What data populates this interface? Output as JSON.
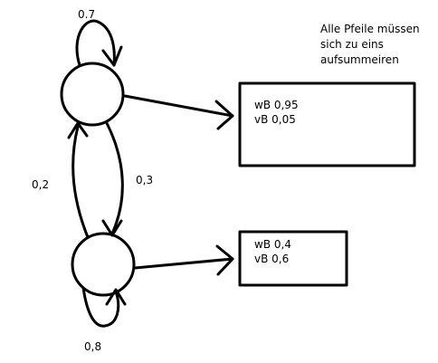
{
  "note": {
    "lines": [
      "Alle Pfeile müssen",
      "sich zu eins",
      "aufsummeiren"
    ]
  },
  "states": [
    {
      "id": "state-1",
      "self_loop_label": "0.7"
    },
    {
      "id": "state-2",
      "self_loop_label": "0,8"
    }
  ],
  "transitions": {
    "state2_to_state1": "0,2",
    "state1_to_state2": "0,3"
  },
  "emission_boxes": [
    {
      "lines": [
        "wB 0,95",
        "vB 0,05"
      ]
    },
    {
      "lines": [
        "wB 0,4",
        "vB 0,6"
      ]
    }
  ],
  "colors": {
    "stroke": "#000000",
    "background": "#ffffff"
  }
}
